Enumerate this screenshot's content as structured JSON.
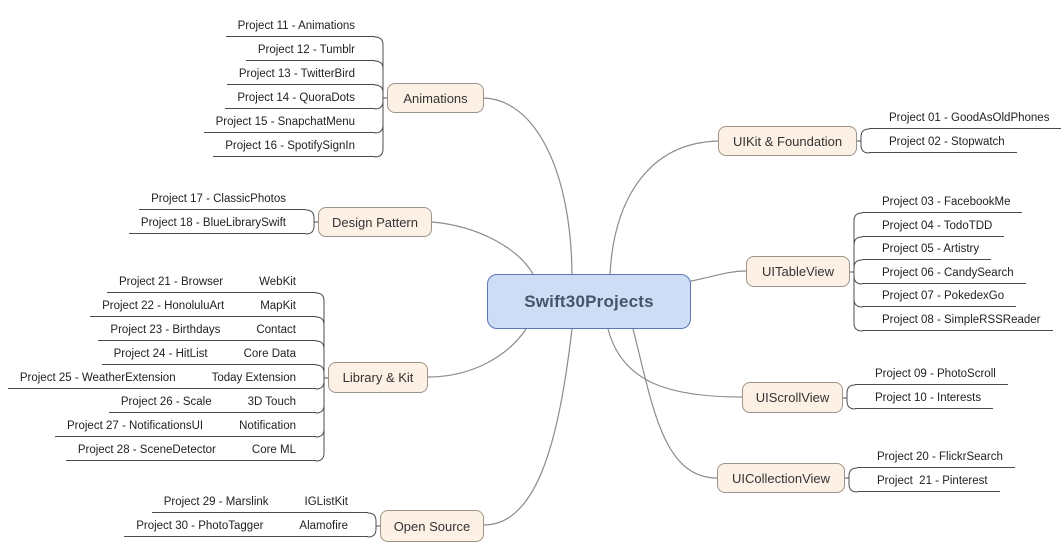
{
  "center": {
    "label": "Swift30Projects"
  },
  "branches": [
    {
      "label": "Animations",
      "items": [
        {
          "label": "Project 11 - Animations"
        },
        {
          "label": "Project 12 - Tumblr"
        },
        {
          "label": "Project 13 - TwitterBird"
        },
        {
          "label": "Project 14 - QuoraDots"
        },
        {
          "label": "Project 15 - SnapchatMenu"
        },
        {
          "label": "Project 16 - SpotifySignIn"
        }
      ]
    },
    {
      "label": "Design Pattern",
      "items": [
        {
          "label": "Project 17 - ClassicPhotos"
        },
        {
          "label": "Project 18 - BlueLibrarySwift"
        }
      ]
    },
    {
      "label": "Library & Kit",
      "items": [
        {
          "label": "Project 21 - Browser",
          "note": "WebKit"
        },
        {
          "label": "Project 22 - HonoluluArt",
          "note": "MapKit"
        },
        {
          "label": "Project 23 - Birthdays",
          "note": "Contact"
        },
        {
          "label": "Project 24 - HitList",
          "note": "Core Data"
        },
        {
          "label": "Project 25 - WeatherExtension",
          "note": "Today Extension"
        },
        {
          "label": "Project 26 - Scale",
          "note": "3D Touch"
        },
        {
          "label": "Project 27 - NotificationsUI",
          "note": "Notification"
        },
        {
          "label": "Project 28 - SceneDetector",
          "note": "Core ML"
        }
      ]
    },
    {
      "label": "Open Source",
      "items": [
        {
          "label": "Project 29 - Marslink",
          "note": "IGListKit"
        },
        {
          "label": "Project 30 - PhotoTagger",
          "note": "Alamofire"
        }
      ]
    },
    {
      "label": "UIKit & Foundation",
      "items": [
        {
          "label": "Project 01 - GoodAsOldPhones"
        },
        {
          "label": "Project 02 - Stopwatch"
        }
      ]
    },
    {
      "label": "UITableView",
      "items": [
        {
          "label": "Project 03 - FacebookMe"
        },
        {
          "label": "Project 04 - TodoTDD"
        },
        {
          "label": "Project 05 - Artistry"
        },
        {
          "label": "Project 06 - CandySearch"
        },
        {
          "label": "Project 07 - PokedexGo"
        },
        {
          "label": "Project 08 - SimpleRSSReader"
        }
      ]
    },
    {
      "label": "UIScrollView",
      "items": [
        {
          "label": "Project 09 - PhotoScroll"
        },
        {
          "label": "Project 10 - Interests"
        }
      ]
    },
    {
      "label": "UICollectionView",
      "items": [
        {
          "label": "Project 20 - FlickrSearch"
        },
        {
          "label": "Project  21 - Pinterest"
        }
      ]
    }
  ],
  "colors": {
    "background": "#ffffff",
    "center_fill": "#cdddf6",
    "center_border": "#5b77b4",
    "center_text": "#44546a",
    "branch_fill": "#fdf1e6",
    "branch_border": "#9c9489",
    "branch_text": "#333333",
    "leaf_text": "#222222",
    "leaf_line": "#4c4c4c",
    "connector": "#8c8c8c"
  }
}
